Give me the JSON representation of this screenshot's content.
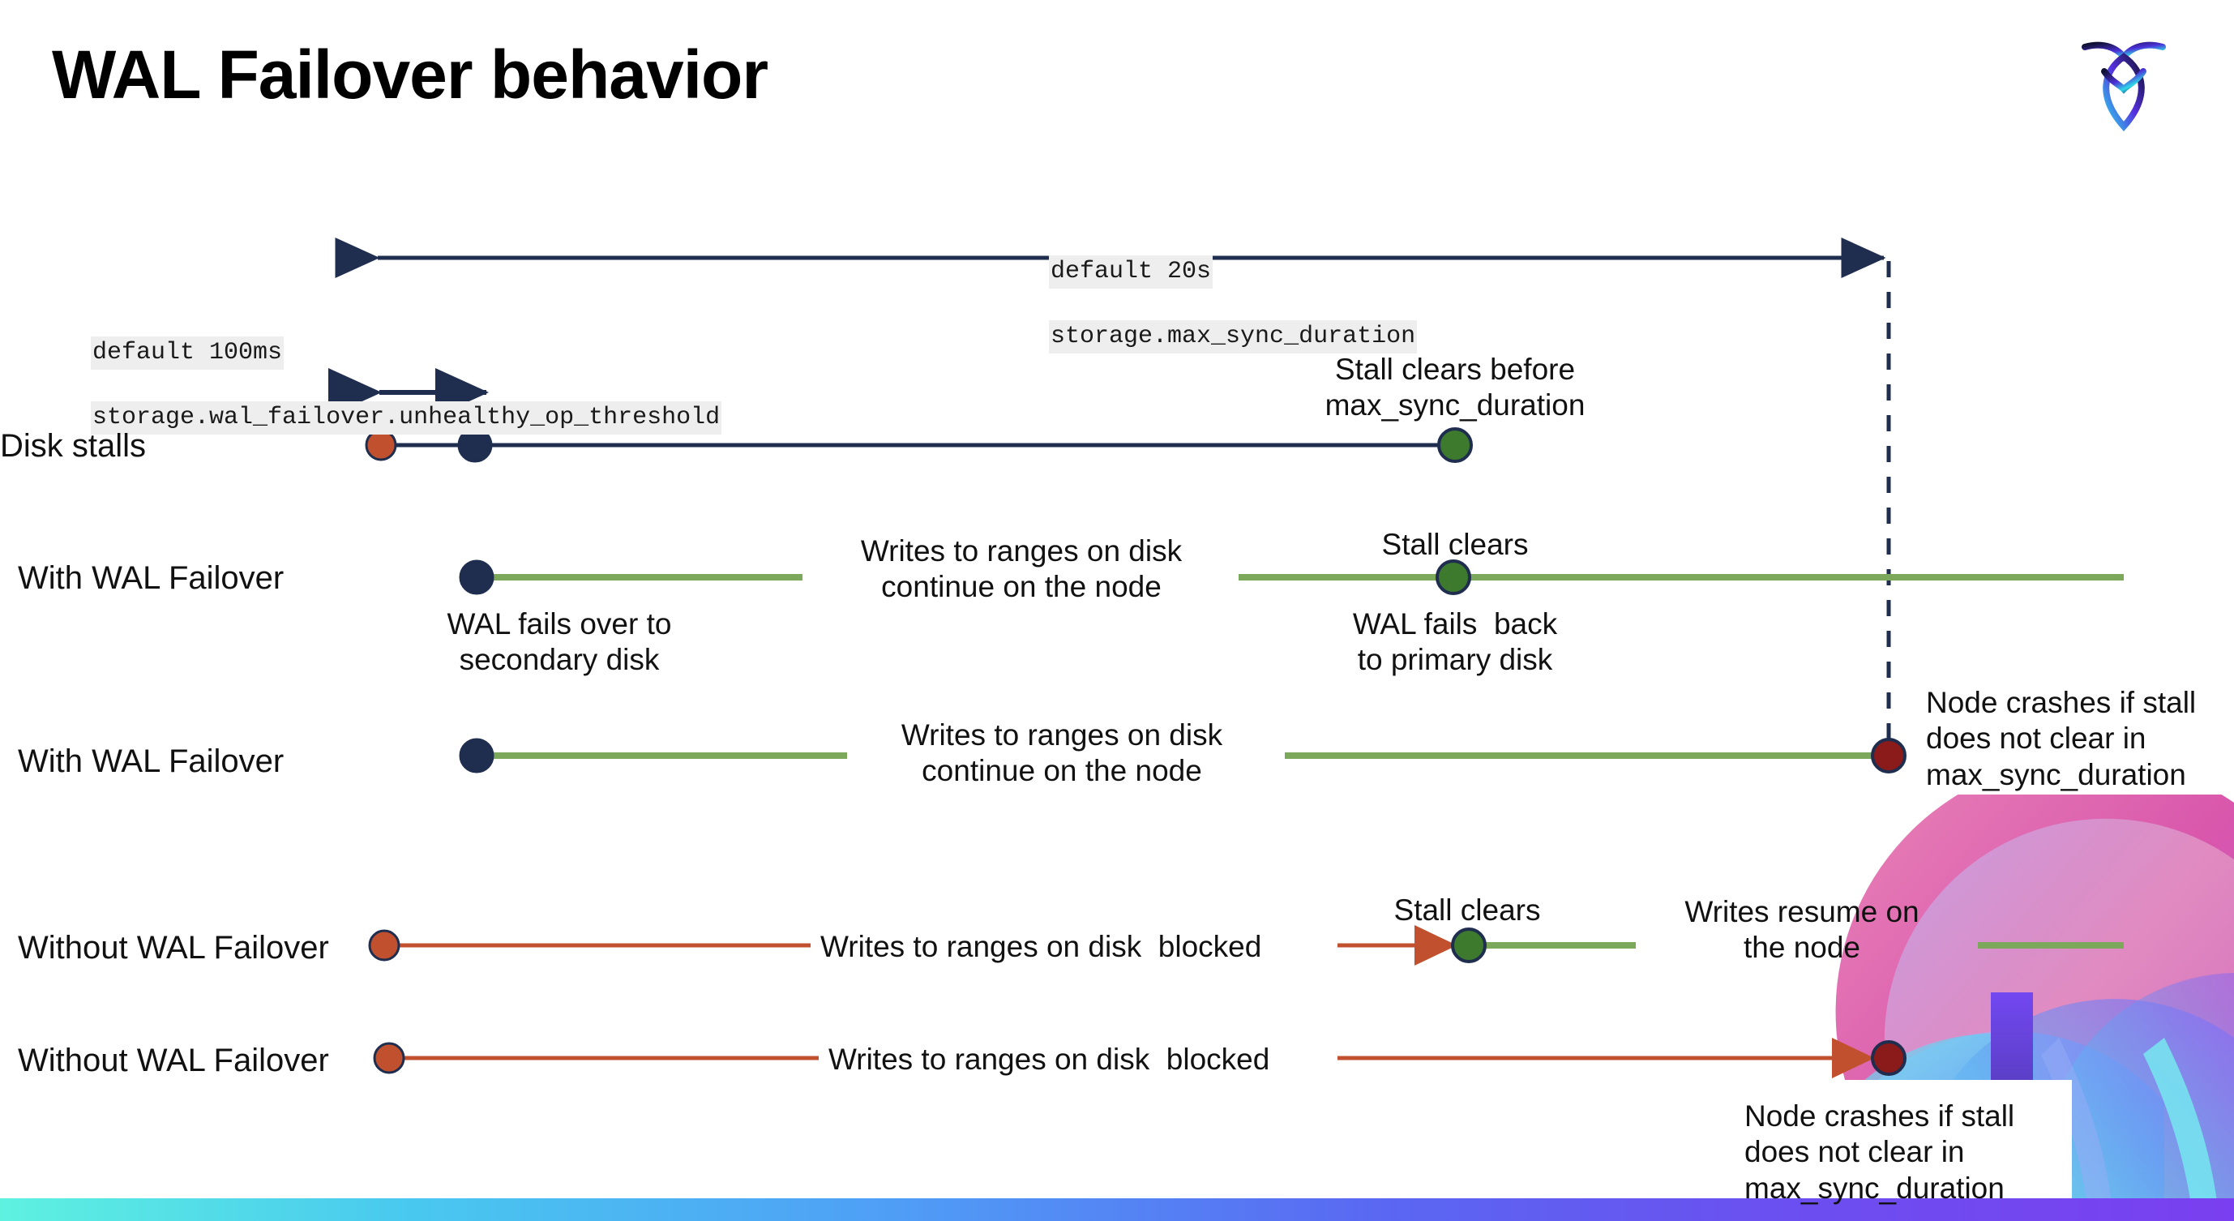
{
  "slide": {
    "title": "WAL Failover behavior",
    "logo_icon": "cockroachdb-logo-icon"
  },
  "colors": {
    "navy": "#1F2D4E",
    "green_line": "#7CA85C",
    "green_dot": "#3D7A2E",
    "orange": "#C1502E",
    "dark_red": "#8B1A1A",
    "code_bg": "#EEEEEE",
    "accent_bar": "#5A67F2"
  },
  "annotations": {
    "max_sync": {
      "line1": "default 20s",
      "line2": "storage.max_sync_duration"
    },
    "unhealthy_op": {
      "line1": "default 100ms",
      "line2": "storage.wal_failover.unhealthy_op_threshold"
    }
  },
  "rows": [
    {
      "name": "Disk stalls",
      "above_label": "Stall clears before\nmax_sync_duration",
      "below_label": "",
      "mid_label": ""
    },
    {
      "name": "With WAL Failover",
      "above_label": "Stall clears",
      "below_label": "WAL fails over to\nsecondary disk",
      "below_label_2": "WAL fails  back\nto primary disk",
      "mid_label": "Writes to ranges on disk\ncontinue on the node"
    },
    {
      "name": "With WAL Failover",
      "mid_label": "Writes to ranges on disk\ncontinue on the node",
      "end_label": "Node crashes if stall\ndoes not clear in\nmax_sync_duration"
    },
    {
      "name": "Without WAL Failover",
      "above_label": "Stall clears",
      "mid_label": "Writes to ranges on disk  blocked",
      "right_label": "Writes resume on\nthe node"
    },
    {
      "name": "Without WAL Failover",
      "mid_label": "Writes to ranges on disk  blocked",
      "end_label": "Node crashes if stall\ndoes not clear in\nmax_sync_duration"
    }
  ]
}
